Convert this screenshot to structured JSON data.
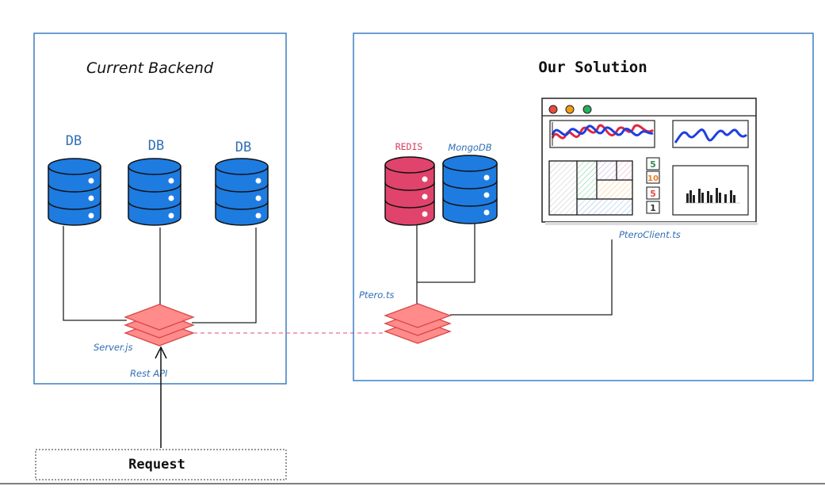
{
  "current_backend": {
    "title": "Current Backend",
    "db_labels": [
      "DB",
      "DB",
      "DB"
    ],
    "server_label": "Server.js",
    "api_label": "Rest API"
  },
  "our_solution": {
    "title": "Our Solution",
    "redis_label": "REDIS",
    "mongodb_label": "MongoDB",
    "ptero_label": "Ptero.ts",
    "client_label": "PteroClient.ts"
  },
  "request": {
    "label": "Request"
  },
  "dashboard": {
    "traffic_lights": [
      "#e74c3c",
      "#f39c12",
      "#27ae60"
    ],
    "stat_values": [
      "5",
      "10",
      "5",
      "1"
    ],
    "stat_colors": [
      "#2e8b57",
      "#e67e22",
      "#e74c3c",
      "#333333"
    ]
  },
  "colors": {
    "db_blue": "#1e7be0",
    "redis_red": "#e0436b",
    "server_stack": "#ff8b8b",
    "frame_blue": "#3b7fc4",
    "label_blue": "#2f6fb4",
    "label_red": "#d33c5e"
  }
}
